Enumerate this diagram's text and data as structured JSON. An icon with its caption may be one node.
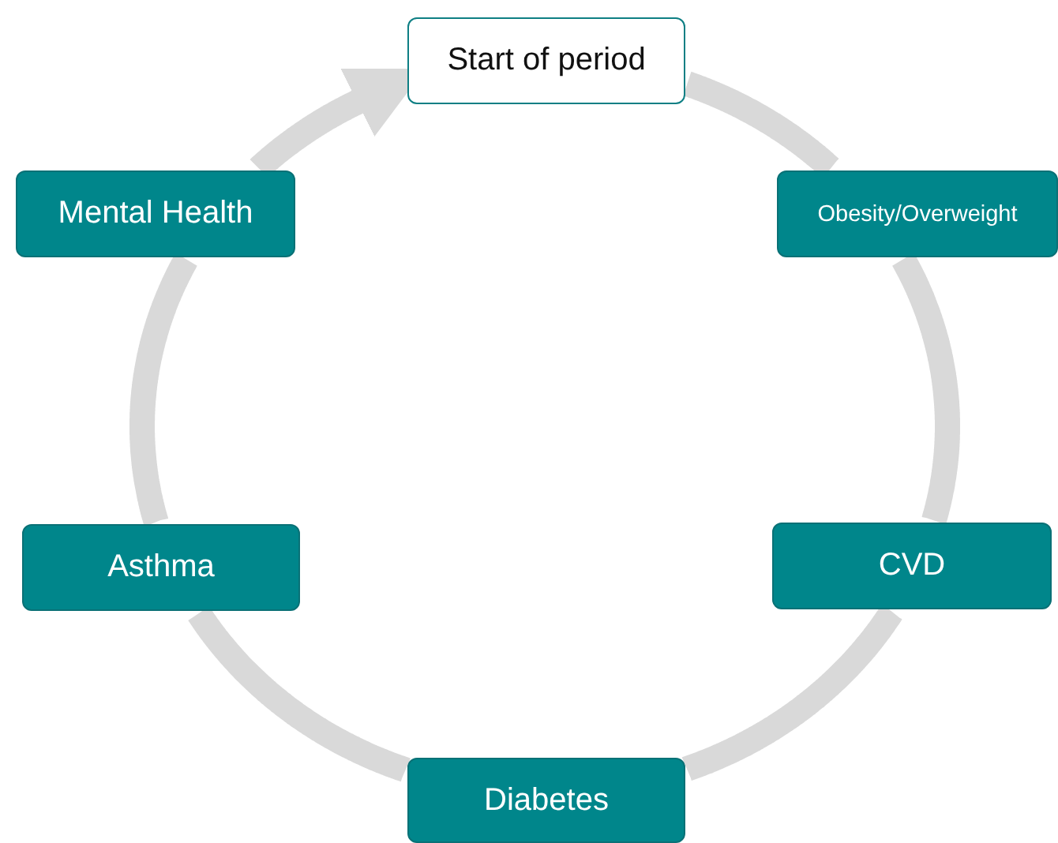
{
  "diagram": {
    "nodes": [
      {
        "text": [
          "Start of period"
        ]
      },
      {
        "text": [
          "Obesity/Overweight"
        ]
      },
      {
        "text": [
          "CVD"
        ]
      },
      {
        "text": [
          "Diabetes"
        ]
      },
      {
        "text": [
          "Asthma"
        ]
      },
      {
        "text": [
          "Mental Health"
        ]
      }
    ],
    "edges": [
      {
        "from": 0,
        "to": 1,
        "arrow": "none"
      },
      {
        "from": 1,
        "to": 2,
        "arrow": "none"
      },
      {
        "from": 2,
        "to": 3,
        "arrow": "none"
      },
      {
        "from": 3,
        "to": 4,
        "arrow": "none"
      },
      {
        "from": 4,
        "to": 5,
        "arrow": "none"
      },
      {
        "from": 5,
        "to": 0,
        "arrow": "to"
      }
    ]
  }
}
